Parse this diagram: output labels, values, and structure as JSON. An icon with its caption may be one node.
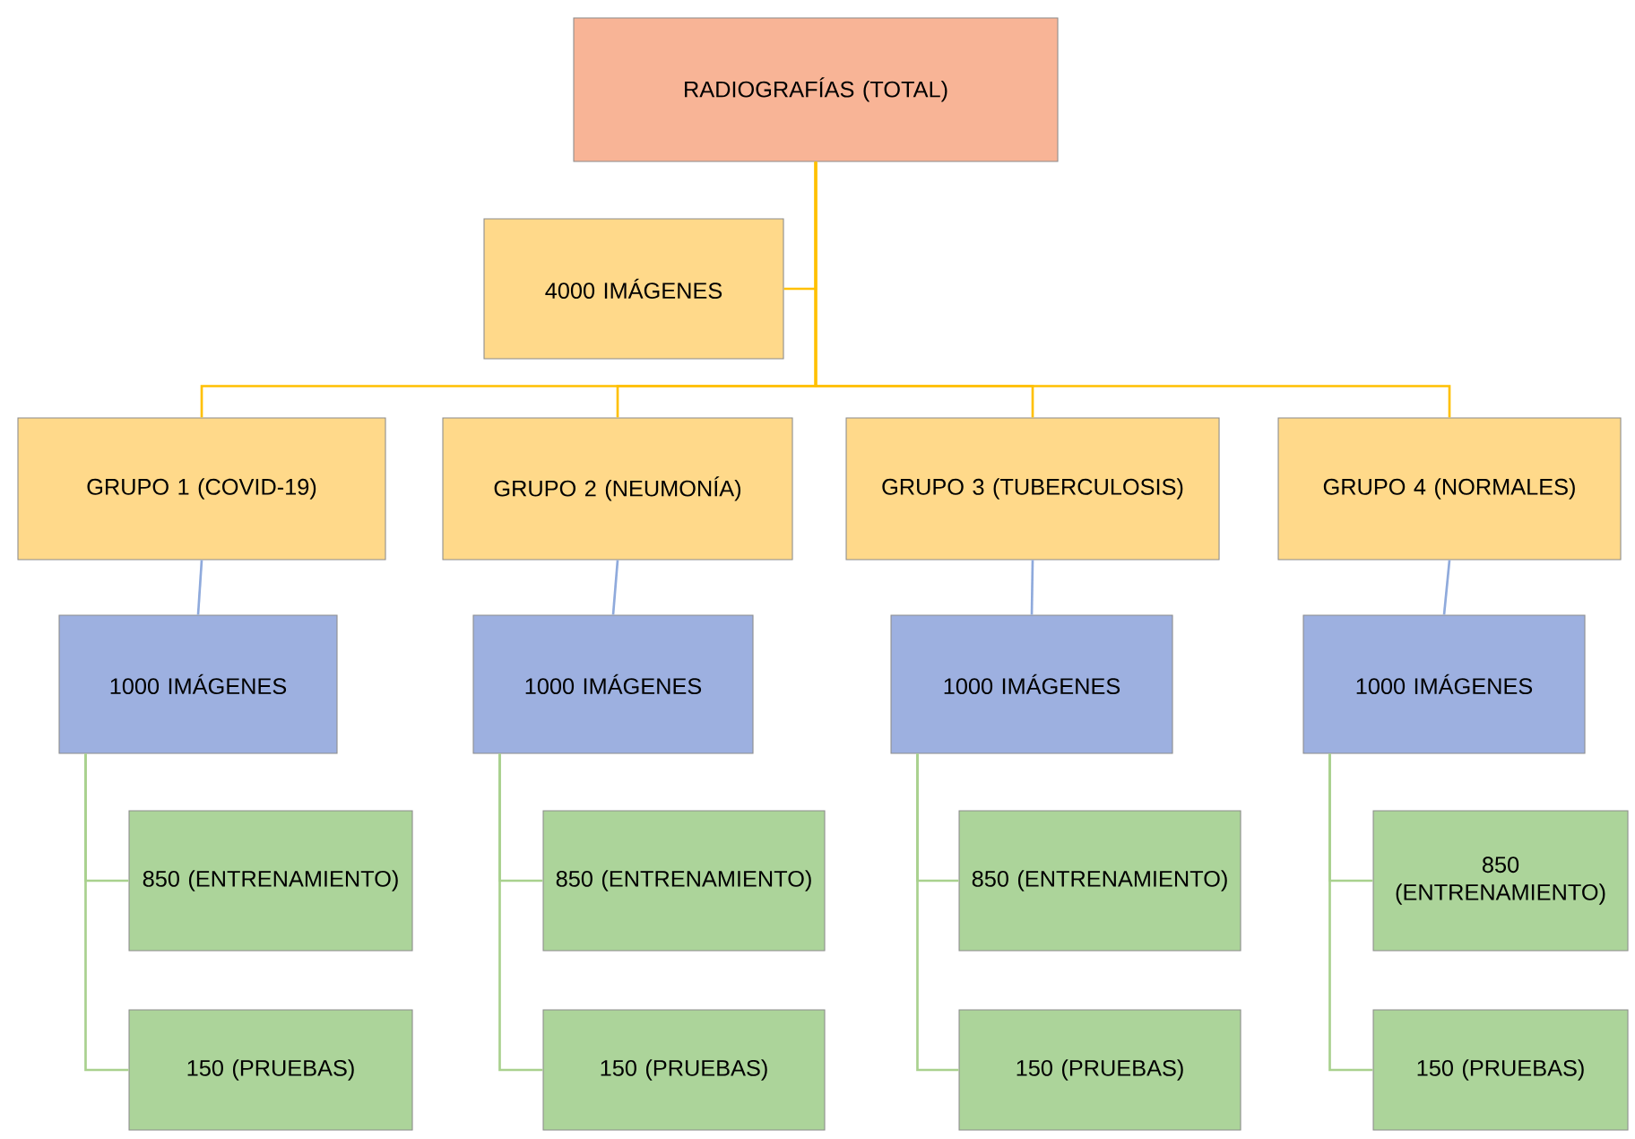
{
  "diagram": {
    "nodes": [
      {
        "text": [
          "RADIOGRAFÍAS (TOTAL)"
        ]
      },
      {
        "text": [
          "4000 IMÁGENES"
        ]
      },
      {
        "text": [
          "GRUPO 1 (COVID-19)"
        ]
      },
      {
        "text": [
          "GRUPO 2 (NEUMONÍA)"
        ]
      },
      {
        "text": [
          "GRUPO 3 (TUBERCULOSIS)"
        ]
      },
      {
        "text": [
          "GRUPO 4 (NORMALES)"
        ]
      },
      {
        "text": [
          "1000 IMÁGENES"
        ]
      },
      {
        "text": [
          "1000 IMÁGENES"
        ]
      },
      {
        "text": [
          "1000 IMÁGENES"
        ]
      },
      {
        "text": [
          "1000 IMÁGENES"
        ]
      },
      {
        "text": [
          "850 (ENTRENAMIENTO)"
        ]
      },
      {
        "text": [
          "850 (ENTRENAMIENTO)"
        ]
      },
      {
        "text": [
          "850 (ENTRENAMIENTO)"
        ]
      },
      {
        "text": [
          "850 (ENTRENAMIENTO)"
        ]
      },
      {
        "text": [
          "150 (PRUEBAS)"
        ]
      },
      {
        "text": [
          "150 (PRUEBAS)"
        ]
      },
      {
        "text": [
          "150 (PRUEBAS)"
        ]
      },
      {
        "text": [
          "150 (PRUEBAS)"
        ]
      }
    ],
    "edges": [
      {
        "from": 0,
        "to": 1,
        "arrow": "none",
        "color": "#ffc000"
      },
      {
        "from": 0,
        "to": 2,
        "arrow": "none",
        "color": "#ffc000"
      },
      {
        "from": 0,
        "to": 3,
        "arrow": "none",
        "color": "#ffc000"
      },
      {
        "from": 0,
        "to": 4,
        "arrow": "none",
        "color": "#ffc000"
      },
      {
        "from": 0,
        "to": 5,
        "arrow": "none",
        "color": "#ffc000"
      },
      {
        "from": 2,
        "to": 6,
        "arrow": "none",
        "color": "#8faadc"
      },
      {
        "from": 3,
        "to": 7,
        "arrow": "none",
        "color": "#8faadc"
      },
      {
        "from": 4,
        "to": 8,
        "arrow": "none",
        "color": "#8faadc"
      },
      {
        "from": 5,
        "to": 9,
        "arrow": "none",
        "color": "#8faadc"
      },
      {
        "from": 6,
        "to": 10,
        "arrow": "none"
      },
      {
        "from": 6,
        "to": 14,
        "arrow": "none"
      },
      {
        "from": 7,
        "to": 11,
        "arrow": "none"
      },
      {
        "from": 7,
        "to": 15,
        "arrow": "none"
      },
      {
        "from": 8,
        "to": 12,
        "arrow": "none"
      },
      {
        "from": 8,
        "to": 16,
        "arrow": "none"
      },
      {
        "from": 9,
        "to": 13,
        "arrow": "none"
      },
      {
        "from": 9,
        "to": 17,
        "arrow": "none"
      }
    ]
  }
}
